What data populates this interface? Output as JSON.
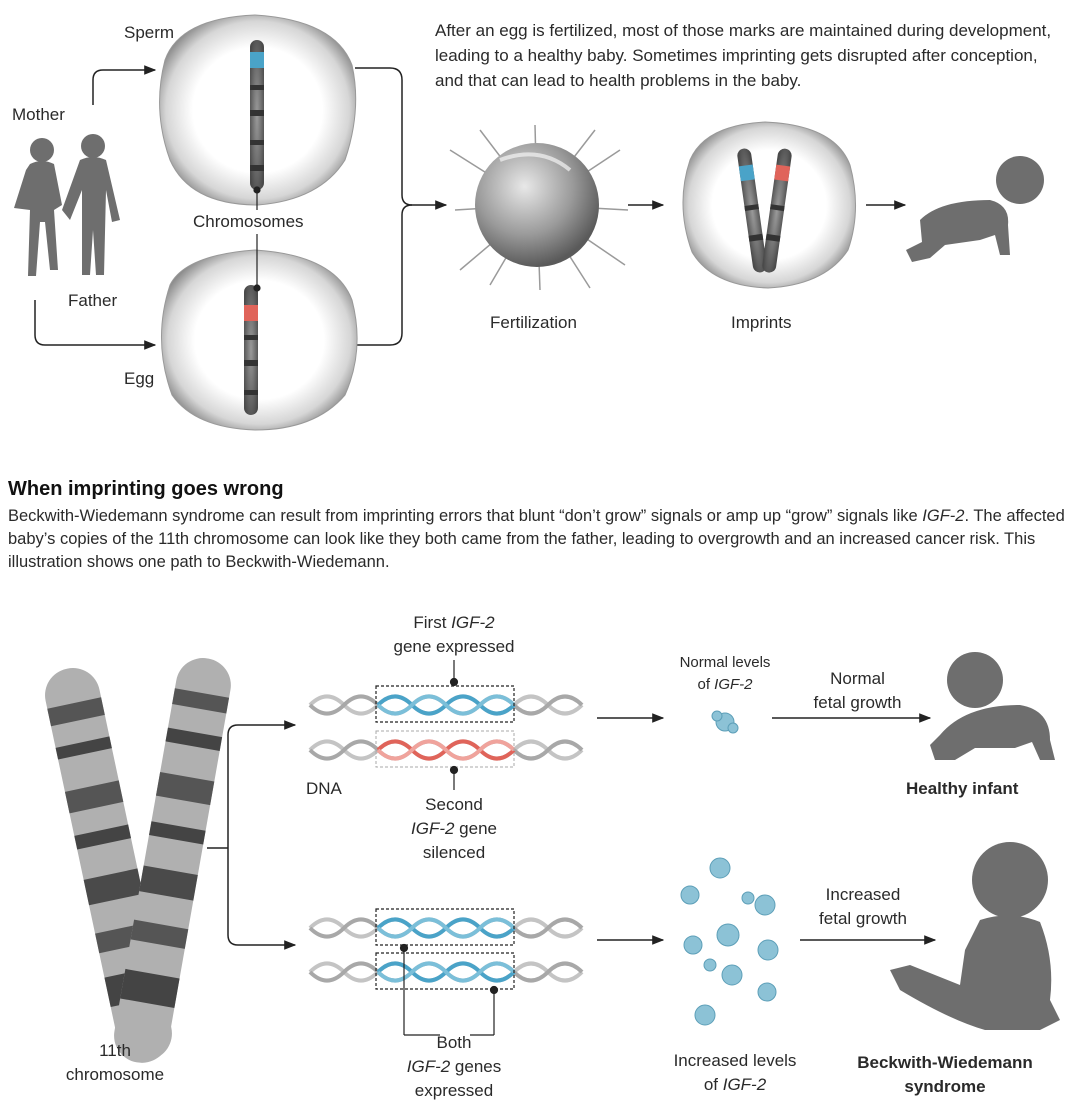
{
  "top": {
    "intro": "After an egg is fertilized, most of those marks are maintained during development, leading to a healthy baby. Sometimes imprinting gets disrupted after conception, and that can lead to health problems in the baby.",
    "mother": "Mother",
    "father": "Father",
    "sperm": "Sperm",
    "egg": "Egg",
    "chromosomes": "Chromosomes",
    "fertilization": "Fertilization",
    "imprints": "Imprints"
  },
  "section2": {
    "title": "When imprinting goes wrong",
    "body_pre": "Beckwith-Wiedemann syndrome can result from imprinting errors that blunt “don’t grow” signals or amp up “grow” signals like ",
    "body_gene": "IGF-2",
    "body_post": ". The affected baby’s copies of the 11th chromosome can look like they both came from the father, leading to overgrowth and an increased cancer risk. This illustration shows one path to Beckwith-Wiedemann."
  },
  "bottom": {
    "first_pre": "First ",
    "gene": "IGF-2",
    "first_post": "gene expressed",
    "dna": "DNA",
    "second_pre": "Second",
    "second_post": " gene",
    "silenced": "silenced",
    "normal_levels_pre": "Normal levels",
    "normal_levels_of": "of ",
    "normal_growth_1": "Normal",
    "normal_growth_2": "fetal growth",
    "healthy": "Healthy infant",
    "increased_growth_1": "Increased",
    "increased_growth_2": "fetal growth",
    "both_1": "Both",
    "both_post": " genes",
    "both_3": "expressed",
    "increased_levels_pre": "Increased levels",
    "increased_levels_of": "of ",
    "chromosome_1": "11th",
    "chromosome_2": "chromosome",
    "bws_1": "Beckwith-Wiedemann",
    "bws_2": "syndrome"
  },
  "colors": {
    "paternal_blue": "#4aa3c8",
    "maternal_red": "#e0645a",
    "protein_blue": "#8cc2d6",
    "silhouette": "#6e6e6e"
  }
}
